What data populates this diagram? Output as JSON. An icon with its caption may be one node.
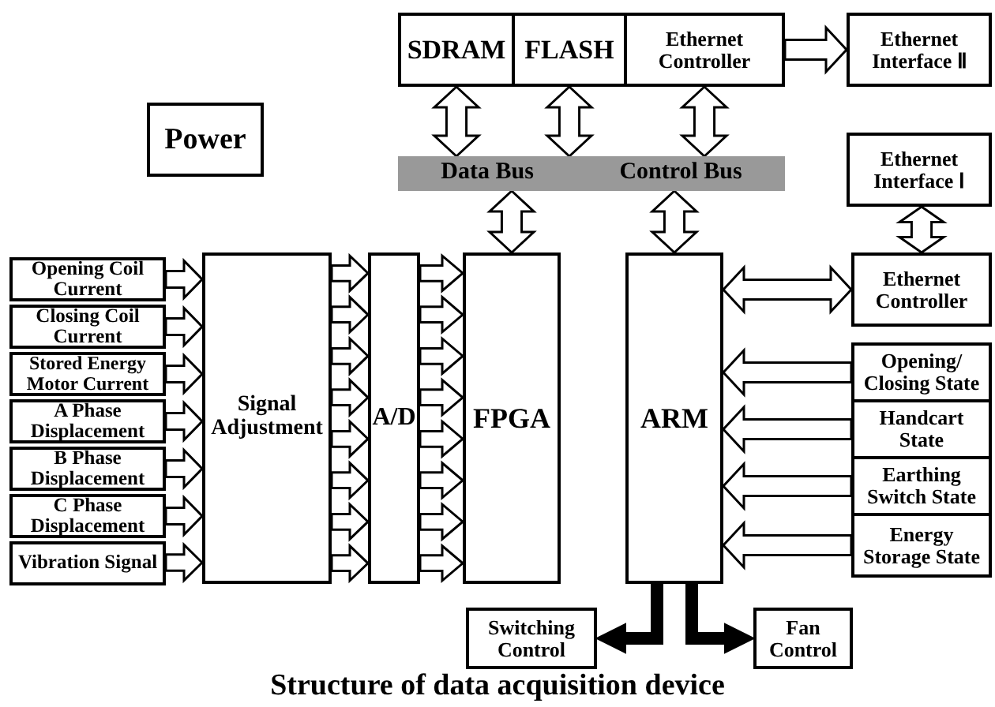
{
  "diagram": {
    "caption": "Structure of data acquisition device",
    "nodes": [
      {
        "text": [
          "SDRAM"
        ]
      },
      {
        "text": [
          "FLASH"
        ]
      },
      {
        "text": [
          "Ethernet Controller"
        ]
      },
      {
        "text": [
          "Ethernet Interface Ⅱ"
        ]
      },
      {
        "text": [
          "Power"
        ]
      },
      {
        "text": [
          "Data Bus",
          "Control Bus"
        ]
      },
      {
        "text": [
          "Ethernet Interface Ⅰ"
        ]
      },
      {
        "text": [
          "Opening Coil Current"
        ]
      },
      {
        "text": [
          "Closing Coil Current"
        ]
      },
      {
        "text": [
          "Stored Energy Motor Current"
        ]
      },
      {
        "text": [
          "A Phase Displacement"
        ]
      },
      {
        "text": [
          "B Phase Displacement"
        ]
      },
      {
        "text": [
          "C Phase Displacement"
        ]
      },
      {
        "text": [
          "Vibration Signal"
        ]
      },
      {
        "text": [
          "Signal Adjustment"
        ]
      },
      {
        "text": [
          "A/D"
        ]
      },
      {
        "text": [
          "FPGA"
        ]
      },
      {
        "text": [
          "ARM"
        ]
      },
      {
        "text": [
          "Ethernet Controller"
        ]
      },
      {
        "text": [
          "Opening/ Closing State"
        ]
      },
      {
        "text": [
          "Handcart State"
        ]
      },
      {
        "text": [
          "Earthing Switch State"
        ]
      },
      {
        "text": [
          "Energy Storage State"
        ]
      },
      {
        "text": [
          "Switching Control"
        ]
      },
      {
        "text": [
          "Fan Control"
        ]
      }
    ],
    "edges": [
      {
        "from": 2,
        "to": 3,
        "arrow": "to"
      },
      {
        "from": 0,
        "to": 5,
        "arrow": "both"
      },
      {
        "from": 1,
        "to": 5,
        "arrow": "both"
      },
      {
        "from": 2,
        "to": 5,
        "arrow": "both"
      },
      {
        "from": 5,
        "to": 16,
        "arrow": "both"
      },
      {
        "from": 5,
        "to": 17,
        "arrow": "both"
      },
      {
        "from": 6,
        "to": 18,
        "arrow": "both"
      },
      {
        "from": 7,
        "to": 14,
        "arrow": "to"
      },
      {
        "from": 8,
        "to": 14,
        "arrow": "to"
      },
      {
        "from": 9,
        "to": 14,
        "arrow": "to"
      },
      {
        "from": 10,
        "to": 14,
        "arrow": "to"
      },
      {
        "from": 11,
        "to": 14,
        "arrow": "to"
      },
      {
        "from": 12,
        "to": 14,
        "arrow": "to"
      },
      {
        "from": 13,
        "to": 14,
        "arrow": "to"
      },
      {
        "from": 14,
        "to": 15,
        "arrow": "to"
      },
      {
        "from": 14,
        "to": 15,
        "arrow": "to"
      },
      {
        "from": 14,
        "to": 15,
        "arrow": "to"
      },
      {
        "from": 14,
        "to": 15,
        "arrow": "to"
      },
      {
        "from": 14,
        "to": 15,
        "arrow": "to"
      },
      {
        "from": 14,
        "to": 15,
        "arrow": "to"
      },
      {
        "from": 14,
        "to": 15,
        "arrow": "to"
      },
      {
        "from": 14,
        "to": 15,
        "arrow": "to"
      },
      {
        "from": 15,
        "to": 16,
        "arrow": "to"
      },
      {
        "from": 15,
        "to": 16,
        "arrow": "to"
      },
      {
        "from": 15,
        "to": 16,
        "arrow": "to"
      },
      {
        "from": 15,
        "to": 16,
        "arrow": "to"
      },
      {
        "from": 15,
        "to": 16,
        "arrow": "to"
      },
      {
        "from": 15,
        "to": 16,
        "arrow": "to"
      },
      {
        "from": 15,
        "to": 16,
        "arrow": "to"
      },
      {
        "from": 15,
        "to": 16,
        "arrow": "to"
      },
      {
        "from": 17,
        "to": 18,
        "arrow": "both"
      },
      {
        "from": 19,
        "to": 17,
        "arrow": "to"
      },
      {
        "from": 20,
        "to": 17,
        "arrow": "to"
      },
      {
        "from": 21,
        "to": 17,
        "arrow": "to"
      },
      {
        "from": 22,
        "to": 17,
        "arrow": "to"
      },
      {
        "from": 17,
        "to": 23,
        "arrow": "to"
      },
      {
        "from": 17,
        "to": 24,
        "arrow": "to"
      }
    ]
  }
}
